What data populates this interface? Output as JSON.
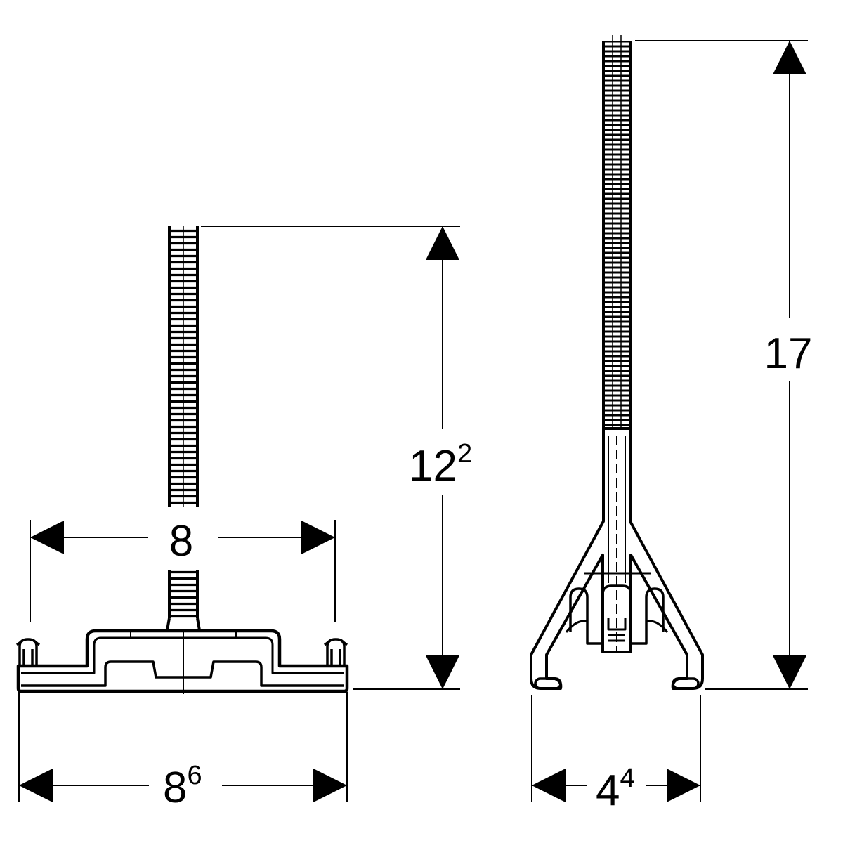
{
  "dimensions": {
    "left_height": {
      "main": "12",
      "sup": "2"
    },
    "left_inner_width": {
      "main": "8"
    },
    "left_outer_width": {
      "main": "8",
      "sup": "6"
    },
    "right_height": {
      "main": "17"
    },
    "right_width": {
      "main": "4",
      "sup": "4"
    }
  },
  "colors": {
    "line": "#000000",
    "background": "#ffffff"
  }
}
